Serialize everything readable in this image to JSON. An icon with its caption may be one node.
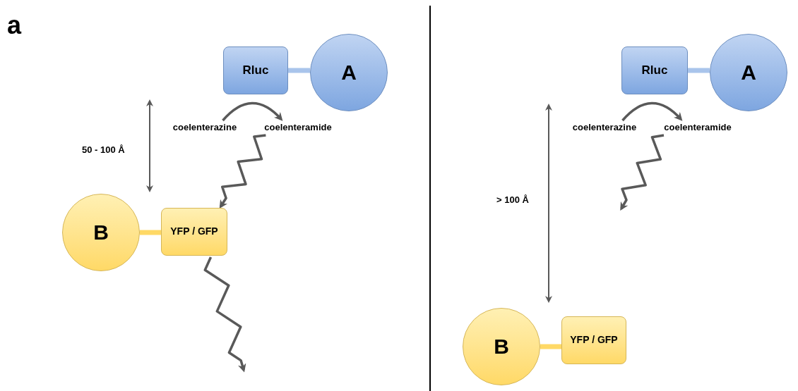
{
  "diagram": {
    "nodes": [
      {
        "text": [
          "Rluc"
        ]
      },
      {
        "text": [
          "A"
        ]
      },
      {
        "text": [
          "coelenterazine"
        ]
      },
      {
        "text": [
          "coelenteramide"
        ]
      },
      {
        "text": [
          "B"
        ]
      },
      {
        "text": [
          "YFP / GFP"
        ]
      },
      {
        "text": [
          "Rluc"
        ]
      },
      {
        "text": [
          "A"
        ]
      },
      {
        "text": [
          "coelenterazine"
        ]
      },
      {
        "text": [
          "coelenteramide"
        ]
      },
      {
        "text": [
          "B"
        ]
      },
      {
        "text": [
          "YFP / GFP"
        ]
      }
    ],
    "edges": [
      {
        "from": 0,
        "to": 1,
        "arrow": "none",
        "style": "thick",
        "color": "#a9c4eb"
      },
      {
        "from": 2,
        "to": 3,
        "arrow": "to"
      },
      {
        "from": 3,
        "to": 5,
        "arrow": "to"
      },
      {
        "from": 5,
        "to": null,
        "arrow": "to"
      },
      {
        "from": 4,
        "to": 5,
        "arrow": "none",
        "style": "thick",
        "color": "#ffd966"
      },
      {
        "from": 6,
        "to": 7,
        "arrow": "none",
        "style": "thick",
        "color": "#a9c4eb"
      },
      {
        "from": 8,
        "to": 9,
        "arrow": "to"
      },
      {
        "from": 9,
        "to": null,
        "arrow": "to"
      },
      {
        "from": 10,
        "to": 11,
        "arrow": "none",
        "style": "thick",
        "color": "#ffd966"
      }
    ],
    "labels": [
      "a",
      "50 - 100 Å",
      "> 100 Å"
    ]
  }
}
